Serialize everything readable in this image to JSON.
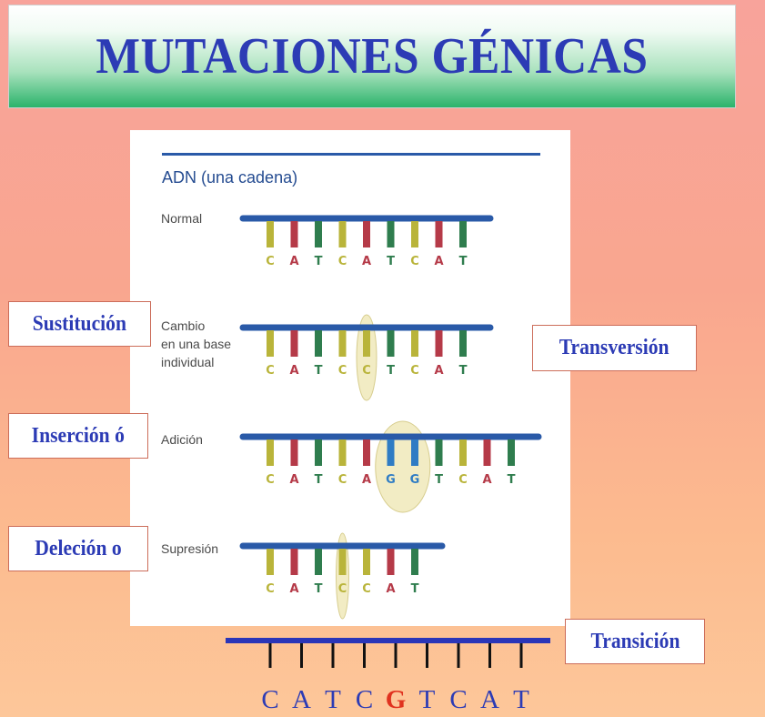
{
  "title": "MUTACIONES GÉNICAS",
  "panel": {
    "header": "ADN (una cadena)",
    "rows": [
      {
        "id": "normal",
        "label_lines": [
          "Normal"
        ],
        "bases": [
          "C",
          "A",
          "T",
          "C",
          "A",
          "T",
          "C",
          "A",
          "T"
        ],
        "highlight": []
      },
      {
        "id": "cambio",
        "label_lines": [
          "Cambio",
          "en una base",
          "individual"
        ],
        "bases": [
          "C",
          "A",
          "T",
          "C",
          "C",
          "T",
          "C",
          "A",
          "T"
        ],
        "highlight": [
          4
        ]
      },
      {
        "id": "adicion",
        "label_lines": [
          "Adición"
        ],
        "bases": [
          "C",
          "A",
          "T",
          "C",
          "A",
          "G",
          "G",
          "T",
          "C",
          "A",
          "T"
        ],
        "highlight": [
          5,
          6
        ]
      },
      {
        "id": "supresion",
        "label_lines": [
          "Supresión"
        ],
        "bases": [
          "C",
          "A",
          "T",
          "C",
          "C",
          "A",
          "T"
        ],
        "highlight": [
          3
        ]
      }
    ],
    "base_colors": {
      "C": "#b9b43a",
      "A": "#b53a48",
      "T": "#2f7d4e",
      "G": "#2f7cc4"
    },
    "highlight_color": "#f2ecc4",
    "backbone_color": "#2a5aa8"
  },
  "callouts": {
    "sustitucion": "Sustitución",
    "insercion": "Inserción ó",
    "delecion": "Deleción o",
    "transversion": "Transversión",
    "transicion": "Transición"
  },
  "transition_strand": {
    "letters": [
      "C",
      "A",
      "T",
      "C",
      "G",
      "T",
      "C",
      "A",
      "T"
    ],
    "highlight_index": 4,
    "letter_color": "#2c3bb5",
    "highlight_letter_color": "#e0321f",
    "backbone_color": "#2a35b8",
    "tick_color": "#111111"
  }
}
